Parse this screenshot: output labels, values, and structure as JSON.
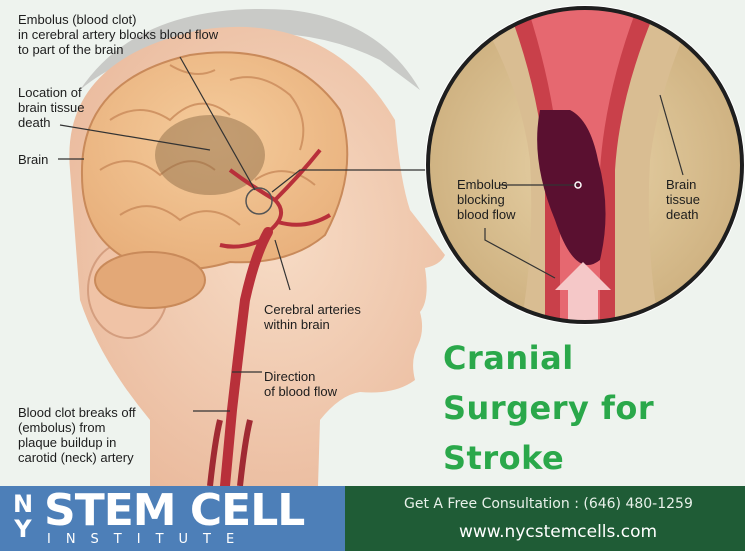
{
  "labels": {
    "embolus_main": "Embolus (blood clot)\nin cerebral artery blocks blood flow\nto part of the brain",
    "location_death": "Location of\nbrain tissue\ndeath",
    "brain": "Brain",
    "cerebral_arteries": "Cerebral arteries\nwithin brain",
    "direction_flow": "Direction\nof blood flow",
    "clot_breaks": "Blood clot breaks off\n(embolus) from\nplaque buildup in\ncarotid (neck) artery",
    "inset_embolus": "Embolus\nblocking\nblood flow",
    "inset_death": "Brain\ntissue\ndeath"
  },
  "title": {
    "line1": "Cranial",
    "line2": "Surgery for",
    "line3": "Stroke"
  },
  "footer": {
    "logo_ny": "NY",
    "logo_stem": "STEM CELL",
    "logo_institute": "INSTITUTE",
    "phone": "Get A Free Consultation : (646) 480-1259",
    "website": "www.nycstemcells.com"
  },
  "colors": {
    "title_green": "#2aa84a",
    "footer_green": "#1f5c36",
    "logo_blue": "#4d7fb8",
    "artery_red": "#b8303a",
    "clot_dark": "#5a1030"
  }
}
